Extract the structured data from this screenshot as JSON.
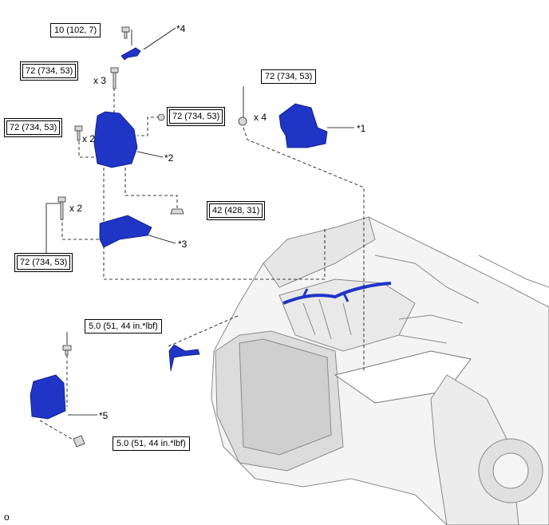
{
  "torques": {
    "t_bracket4_bolt": "10 (102, 7)",
    "t_upper_bolts": "72 (734, 53)",
    "t_side_bolts": "72 (734, 53)",
    "t_right_bolt": "72 (734, 53)",
    "t_mount1_bolts": "72 (734, 53)",
    "t_nut": "42 (428, 31)",
    "t_lower_bolts": "72 (734, 53)",
    "t_module_bolt_top": "5.0 (51, 44 in.*lbf)",
    "t_module_bolt_bottom": "5.0 (51, 44 in.*lbf)"
  },
  "quantities": {
    "q_upper": "x 3",
    "q_side": "x 2",
    "q_mount1": "x 4",
    "q_lower": "x 2"
  },
  "callouts": {
    "c1": "*1",
    "c2": "*2",
    "c3": "*3",
    "c4": "*4",
    "c5": "*5"
  },
  "figure_id": "o",
  "colors": {
    "highlight": "#1f35c6",
    "line": "#000000",
    "engine_bay": "#9a9a9a"
  }
}
